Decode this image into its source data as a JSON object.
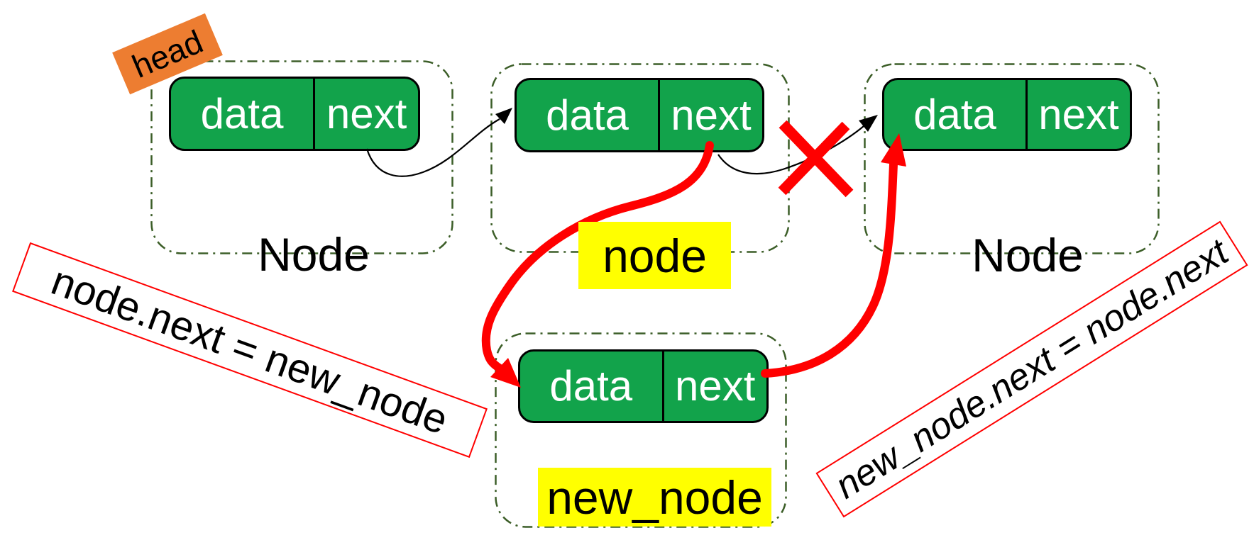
{
  "diagram": {
    "type": "linked-list-insertion",
    "pointer_label": "head",
    "cell_labels": {
      "data": "data",
      "next": "next"
    },
    "nodes": [
      {
        "label": "Node",
        "highlighted": false
      },
      {
        "label": "node",
        "highlighted": true
      },
      {
        "label": "Node",
        "highlighted": false
      },
      {
        "label": "new_node",
        "highlighted": true
      }
    ],
    "annotations": [
      {
        "text": "node.next = new_node"
      },
      {
        "text": "new_node.next = node.next"
      }
    ],
    "colors": {
      "node_fill_green": "#12a34b",
      "container_dash_green": "#3c5e28",
      "highlight_yellow": "#ffff00",
      "head_tag_orange": "#ed7d31",
      "emphasis_red": "#ff0000",
      "link_arrow_black": "#000000",
      "cell_text_white": "#ffffff"
    }
  }
}
